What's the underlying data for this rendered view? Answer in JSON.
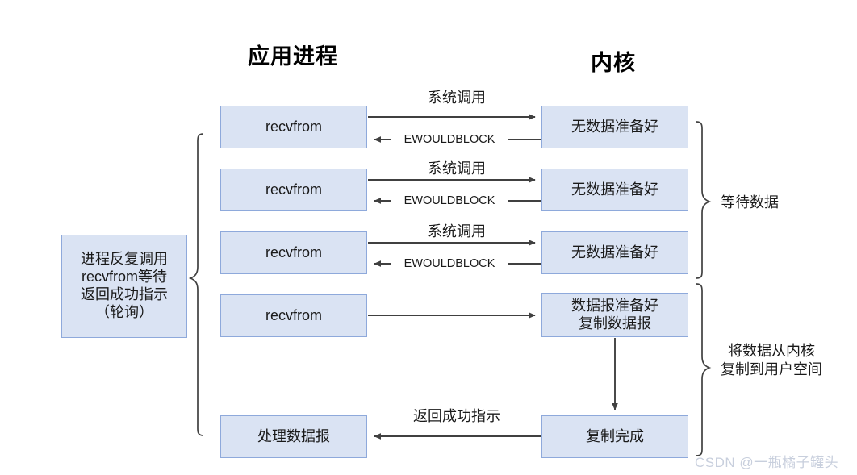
{
  "headers": {
    "left": "应用进程",
    "right": "内核"
  },
  "side_labels": {
    "left_box": [
      "进程反复调用",
      "recvfrom等待",
      "返回成功指示",
      "（轮询）"
    ],
    "right_wait": "等待数据",
    "right_copy": [
      "将数据从内核",
      "复制到用户空间"
    ]
  },
  "rows": [
    {
      "left_box": "recvfrom",
      "right_box": [
        "无数据准备好"
      ],
      "call_label": "系统调用",
      "return_label": "EWOULDBLOCK"
    },
    {
      "left_box": "recvfrom",
      "right_box": [
        "无数据准备好"
      ],
      "call_label": "系统调用",
      "return_label": "EWOULDBLOCK"
    },
    {
      "left_box": "recvfrom",
      "right_box": [
        "无数据准备好"
      ],
      "call_label": "系统调用",
      "return_label": "EWOULDBLOCK"
    },
    {
      "left_box": "recvfrom",
      "right_box": [
        "数据报准备好",
        "复制数据报"
      ],
      "call_label": "",
      "return_label": ""
    }
  ],
  "final": {
    "left_box": "处理数据报",
    "right_box": "复制完成",
    "return_label": "返回成功指示"
  },
  "watermark": "CSDN @一瓶橘子罐头",
  "colors": {
    "box_fill": "#dae3f3",
    "box_border": "#8ea9db",
    "arrow": "#404040",
    "text": "#1a1a1a",
    "watermark": "#c8cfdd"
  }
}
